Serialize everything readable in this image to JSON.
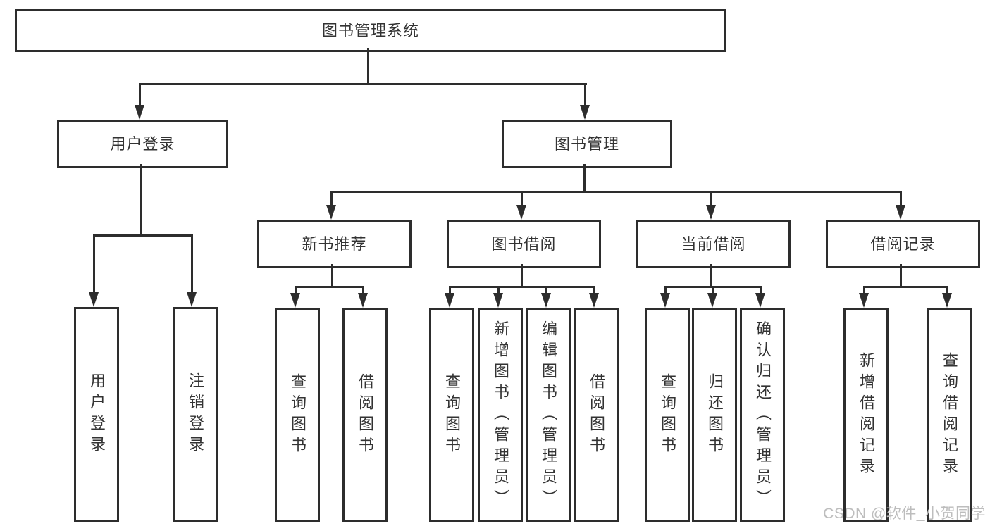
{
  "tree": {
    "root": {
      "label": "图书管理系统",
      "children": [
        {
          "label": "用户登录",
          "children": [
            {
              "label": "用户登录"
            },
            {
              "label": "注销登录"
            }
          ]
        },
        {
          "label": "图书管理",
          "children": [
            {
              "label": "新书推荐",
              "children": [
                {
                  "label": "查询图书"
                },
                {
                  "label": "借阅图书"
                }
              ]
            },
            {
              "label": "图书借阅",
              "children": [
                {
                  "label": "查询图书"
                },
                {
                  "label": "新增图书（管理员）"
                },
                {
                  "label": "编辑图书（管理员）"
                },
                {
                  "label": "借阅图书"
                }
              ]
            },
            {
              "label": "当前借阅",
              "children": [
                {
                  "label": "查询图书"
                },
                {
                  "label": "归还图书"
                },
                {
                  "label": "确认归还（管理员）"
                }
              ]
            },
            {
              "label": "借阅记录",
              "children": [
                {
                  "label": "新增借阅记录"
                },
                {
                  "label": "查询借阅记录"
                }
              ]
            }
          ]
        }
      ]
    }
  },
  "watermark": {
    "text": "CSDN @软件_小贺同学"
  },
  "colors": {
    "line": "#2d2d2d",
    "text": "#333333",
    "watermark": "#bdbdbd",
    "background": "#ffffff"
  }
}
